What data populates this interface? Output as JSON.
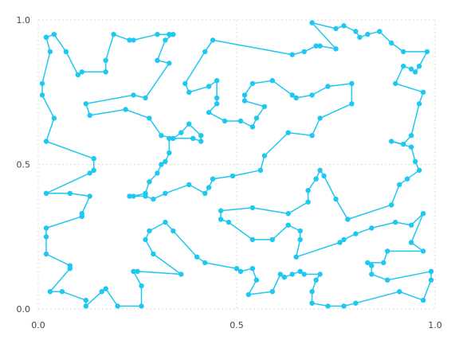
{
  "chart_data": {
    "type": "line",
    "title": "",
    "xlabel": "",
    "ylabel": "",
    "xlim": [
      0,
      1
    ],
    "ylim": [
      0,
      1
    ],
    "grid": true,
    "x_ticks": [
      {
        "value": 0.0,
        "label": "0.0"
      },
      {
        "value": 0.5,
        "label": "0.5"
      },
      {
        "value": 1.0,
        "label": "1.0"
      }
    ],
    "y_ticks": [
      {
        "value": 0.0,
        "label": "0.0"
      },
      {
        "value": 0.5,
        "label": "0.5"
      },
      {
        "value": 1.0,
        "label": "1.0"
      }
    ],
    "series": [
      {
        "color": "#1ec8f0",
        "marker": "circle",
        "points": [
          [
            0.02,
            0.94
          ],
          [
            0.04,
            0.95
          ],
          [
            0.07,
            0.89
          ],
          [
            0.1,
            0.81
          ],
          [
            0.11,
            0.82
          ],
          [
            0.17,
            0.82
          ],
          [
            0.17,
            0.86
          ],
          [
            0.19,
            0.95
          ],
          [
            0.23,
            0.93
          ],
          [
            0.24,
            0.93
          ],
          [
            0.3,
            0.95
          ],
          [
            0.33,
            0.95
          ],
          [
            0.34,
            0.95
          ],
          [
            0.32,
            0.93
          ],
          [
            0.3,
            0.86
          ],
          [
            0.33,
            0.85
          ],
          [
            0.27,
            0.73
          ],
          [
            0.24,
            0.74
          ],
          [
            0.12,
            0.71
          ],
          [
            0.13,
            0.67
          ],
          [
            0.22,
            0.69
          ],
          [
            0.28,
            0.66
          ],
          [
            0.31,
            0.6
          ],
          [
            0.34,
            0.59
          ],
          [
            0.36,
            0.61
          ],
          [
            0.38,
            0.64
          ],
          [
            0.41,
            0.6
          ],
          [
            0.41,
            0.58
          ],
          [
            0.39,
            0.59
          ],
          [
            0.33,
            0.59
          ],
          [
            0.33,
            0.54
          ],
          [
            0.32,
            0.51
          ],
          [
            0.31,
            0.5
          ],
          [
            0.3,
            0.47
          ],
          [
            0.28,
            0.44
          ],
          [
            0.27,
            0.4
          ],
          [
            0.24,
            0.39
          ],
          [
            0.23,
            0.39
          ],
          [
            0.27,
            0.39
          ],
          [
            0.29,
            0.38
          ],
          [
            0.32,
            0.4
          ],
          [
            0.38,
            0.43
          ],
          [
            0.42,
            0.4
          ],
          [
            0.43,
            0.42
          ],
          [
            0.44,
            0.45
          ],
          [
            0.49,
            0.46
          ],
          [
            0.56,
            0.48
          ],
          [
            0.57,
            0.53
          ],
          [
            0.63,
            0.61
          ],
          [
            0.69,
            0.6
          ],
          [
            0.71,
            0.66
          ],
          [
            0.79,
            0.71
          ],
          [
            0.79,
            0.78
          ],
          [
            0.73,
            0.77
          ],
          [
            0.69,
            0.74
          ],
          [
            0.65,
            0.73
          ],
          [
            0.64,
            0.74
          ],
          [
            0.59,
            0.79
          ],
          [
            0.54,
            0.78
          ],
          [
            0.52,
            0.74
          ],
          [
            0.52,
            0.72
          ],
          [
            0.57,
            0.7
          ],
          [
            0.55,
            0.66
          ],
          [
            0.54,
            0.63
          ],
          [
            0.51,
            0.65
          ],
          [
            0.47,
            0.65
          ],
          [
            0.43,
            0.68
          ],
          [
            0.45,
            0.71
          ],
          [
            0.45,
            0.73
          ],
          [
            0.45,
            0.79
          ],
          [
            0.43,
            0.77
          ],
          [
            0.38,
            0.75
          ],
          [
            0.37,
            0.78
          ],
          [
            0.42,
            0.89
          ],
          [
            0.44,
            0.93
          ],
          [
            0.64,
            0.88
          ],
          [
            0.67,
            0.89
          ],
          [
            0.7,
            0.91
          ],
          [
            0.71,
            0.91
          ],
          [
            0.75,
            0.9
          ],
          [
            0.69,
            0.99
          ],
          [
            0.75,
            0.97
          ],
          [
            0.77,
            0.98
          ],
          [
            0.8,
            0.96
          ],
          [
            0.81,
            0.94
          ],
          [
            0.83,
            0.95
          ],
          [
            0.86,
            0.96
          ],
          [
            0.89,
            0.92
          ],
          [
            0.92,
            0.89
          ],
          [
            0.98,
            0.89
          ],
          [
            0.96,
            0.84
          ],
          [
            0.95,
            0.82
          ],
          [
            0.94,
            0.83
          ],
          [
            0.92,
            0.84
          ],
          [
            0.9,
            0.78
          ],
          [
            0.97,
            0.75
          ],
          [
            0.96,
            0.71
          ],
          [
            0.94,
            0.6
          ],
          [
            0.92,
            0.57
          ],
          [
            0.89,
            0.58
          ],
          [
            0.94,
            0.56
          ],
          [
            0.95,
            0.51
          ],
          [
            0.96,
            0.48
          ],
          [
            0.93,
            0.45
          ],
          [
            0.91,
            0.43
          ],
          [
            0.89,
            0.36
          ],
          [
            0.78,
            0.31
          ],
          [
            0.75,
            0.38
          ],
          [
            0.72,
            0.46
          ],
          [
            0.71,
            0.48
          ],
          [
            0.7,
            0.45
          ],
          [
            0.68,
            0.41
          ],
          [
            0.68,
            0.37
          ],
          [
            0.63,
            0.33
          ],
          [
            0.54,
            0.35
          ],
          [
            0.46,
            0.34
          ],
          [
            0.46,
            0.31
          ],
          [
            0.48,
            0.3
          ],
          [
            0.54,
            0.24
          ],
          [
            0.59,
            0.24
          ],
          [
            0.63,
            0.29
          ],
          [
            0.66,
            0.27
          ],
          [
            0.66,
            0.24
          ],
          [
            0.65,
            0.18
          ],
          [
            0.76,
            0.23
          ],
          [
            0.77,
            0.24
          ],
          [
            0.8,
            0.26
          ],
          [
            0.84,
            0.28
          ],
          [
            0.9,
            0.3
          ],
          [
            0.94,
            0.29
          ],
          [
            0.97,
            0.33
          ],
          [
            0.94,
            0.23
          ],
          [
            0.97,
            0.2
          ],
          [
            0.88,
            0.2
          ],
          [
            0.87,
            0.16
          ],
          [
            0.83,
            0.16
          ],
          [
            0.84,
            0.15
          ],
          [
            0.84,
            0.12
          ],
          [
            0.88,
            0.1
          ],
          [
            0.99,
            0.13
          ],
          [
            0.99,
            0.1
          ],
          [
            0.97,
            0.03
          ],
          [
            0.91,
            0.06
          ],
          [
            0.8,
            0.02
          ],
          [
            0.77,
            0.01
          ],
          [
            0.73,
            0.01
          ],
          [
            0.69,
            0.02
          ],
          [
            0.69,
            0.06
          ],
          [
            0.7,
            0.1
          ],
          [
            0.71,
            0.12
          ],
          [
            0.67,
            0.12
          ],
          [
            0.66,
            0.13
          ],
          [
            0.64,
            0.12
          ],
          [
            0.62,
            0.11
          ],
          [
            0.61,
            0.12
          ],
          [
            0.59,
            0.06
          ],
          [
            0.53,
            0.05
          ],
          [
            0.55,
            0.1
          ],
          [
            0.54,
            0.14
          ],
          [
            0.51,
            0.13
          ],
          [
            0.5,
            0.14
          ],
          [
            0.42,
            0.16
          ],
          [
            0.4,
            0.18
          ],
          [
            0.34,
            0.27
          ],
          [
            0.32,
            0.3
          ],
          [
            0.28,
            0.27
          ],
          [
            0.27,
            0.24
          ],
          [
            0.29,
            0.19
          ],
          [
            0.36,
            0.12
          ],
          [
            0.25,
            0.13
          ],
          [
            0.24,
            0.13
          ],
          [
            0.26,
            0.08
          ],
          [
            0.26,
            0.01
          ],
          [
            0.2,
            0.01
          ],
          [
            0.17,
            0.07
          ],
          [
            0.16,
            0.06
          ],
          [
            0.12,
            0.01
          ],
          [
            0.12,
            0.03
          ],
          [
            0.06,
            0.06
          ],
          [
            0.03,
            0.06
          ],
          [
            0.08,
            0.14
          ],
          [
            0.08,
            0.15
          ],
          [
            0.02,
            0.19
          ],
          [
            0.02,
            0.25
          ],
          [
            0.02,
            0.28
          ],
          [
            0.11,
            0.32
          ],
          [
            0.11,
            0.33
          ],
          [
            0.13,
            0.39
          ],
          [
            0.08,
            0.4
          ],
          [
            0.02,
            0.4
          ],
          [
            0.13,
            0.47
          ],
          [
            0.14,
            0.48
          ],
          [
            0.14,
            0.52
          ],
          [
            0.02,
            0.58
          ],
          [
            0.04,
            0.66
          ],
          [
            0.01,
            0.74
          ],
          [
            0.01,
            0.78
          ],
          [
            0.03,
            0.89
          ],
          [
            0.02,
            0.94
          ]
        ]
      }
    ]
  }
}
